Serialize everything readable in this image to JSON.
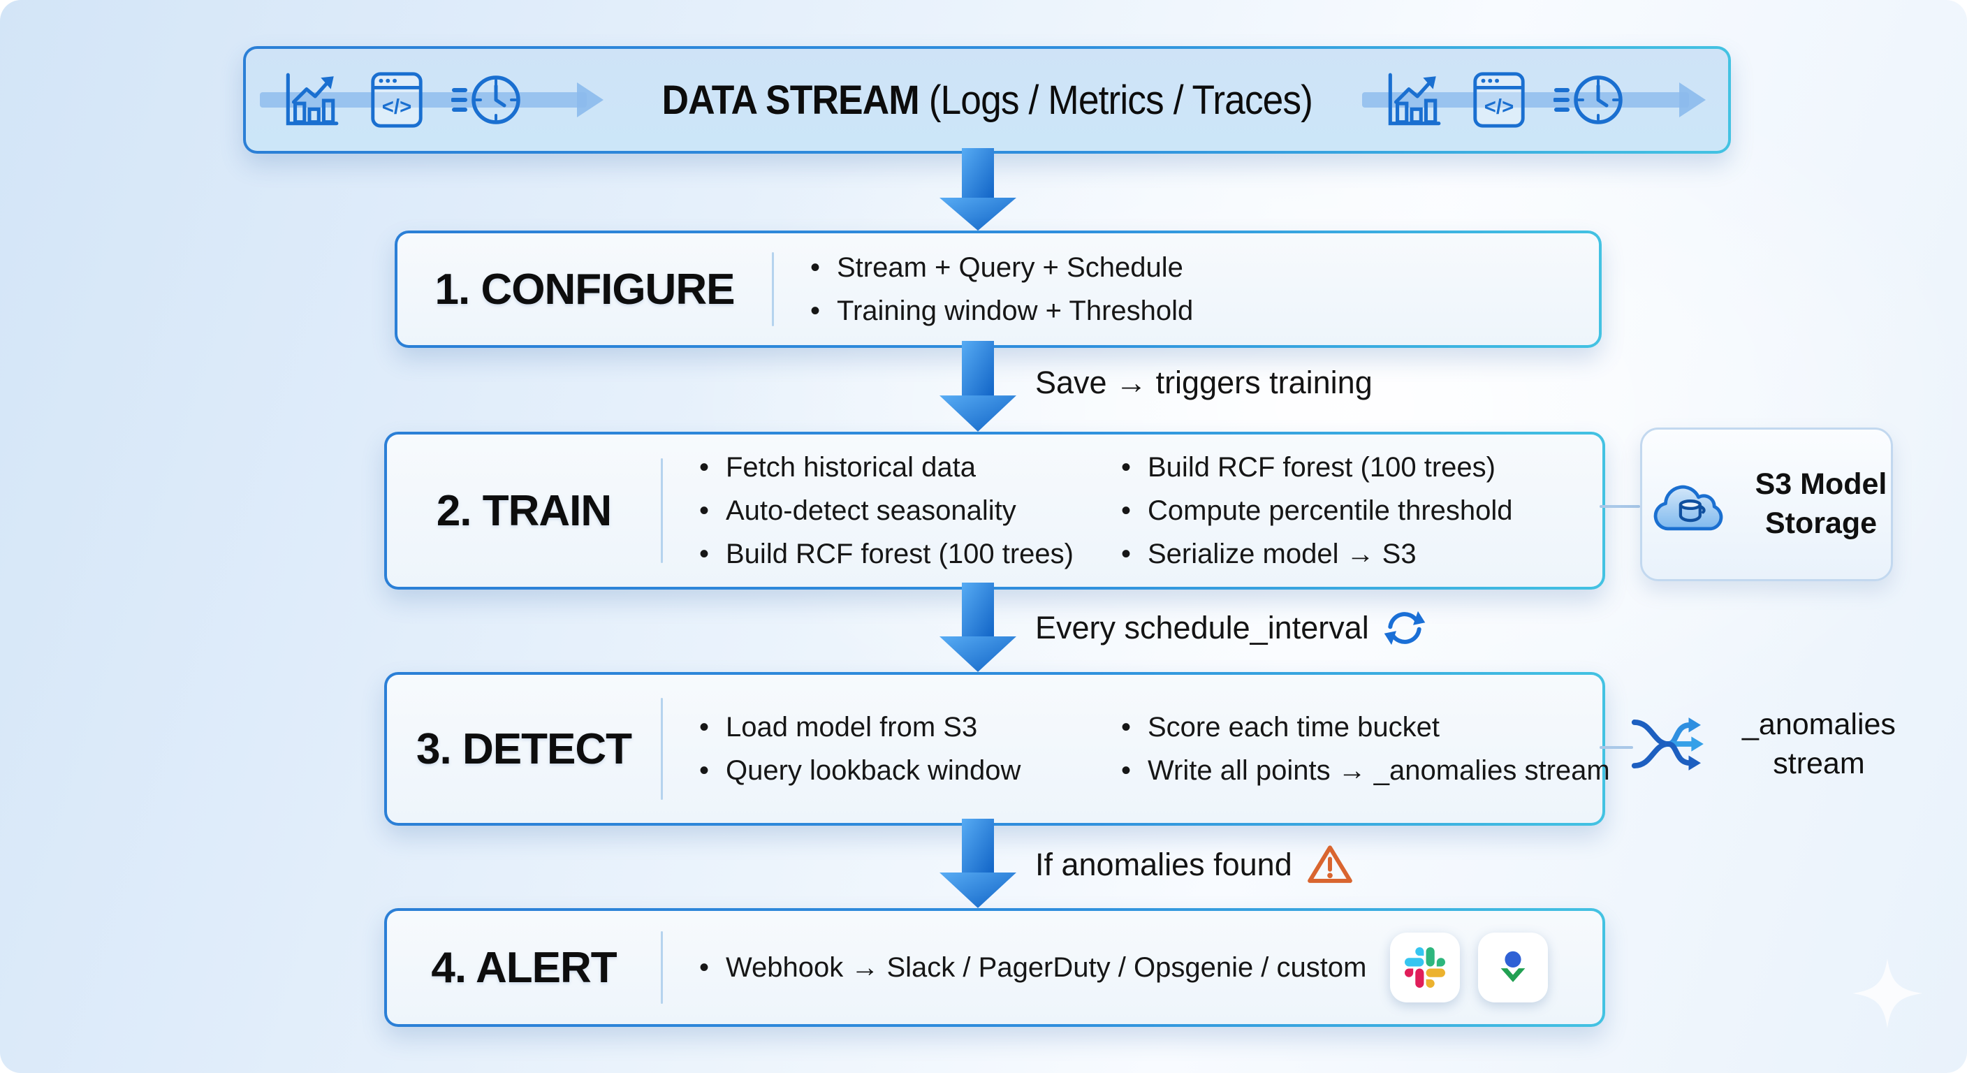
{
  "header": {
    "title_bold": "DATA STREAM",
    "title_rest": " (Logs / Metrics / Traces)"
  },
  "steps": [
    {
      "title": "1. CONFIGURE",
      "bullets_col1": [
        "Stream + Query + Schedule",
        "Training window + Threshold"
      ],
      "bullets_col2": []
    },
    {
      "title": "2. TRAIN",
      "bullets_col1": [
        "Fetch historical data",
        "Auto-detect seasonality",
        "Build RCF forest (100 trees)"
      ],
      "bullets_col2": [
        "Build RCF forest (100 trees)",
        "Compute percentile threshold",
        "Serialize model → S3"
      ]
    },
    {
      "title": "3. DETECT",
      "bullets_col1": [
        "Load model from S3",
        "Query lookback window"
      ],
      "bullets_col2": [
        "Score each time bucket",
        "Write all points → _anomalies stream"
      ]
    },
    {
      "title": "4. ALERT",
      "bullets_col1": [
        "Webhook → Slack / PagerDuty / Opsgenie / custom"
      ],
      "bullets_col2": []
    }
  ],
  "connectors": {
    "configure_to_train": "Save → triggers training",
    "train_to_detect": "Every schedule_interval",
    "detect_to_alert": "If anomalies found"
  },
  "side_nodes": {
    "s3_storage": {
      "line1": "S3 Model",
      "line2": "Storage"
    },
    "anomalies_stream": {
      "line1": "_anomalies",
      "line2": "stream"
    }
  },
  "colors": {
    "arrow_blue_light": "#58acf4",
    "arrow_blue_dark": "#0f62c5",
    "border_blue": "#2b7fd6",
    "border_cyan": "#43c2e2",
    "icon_blue": "#1a6fd0",
    "warning_orange": "#d9652f",
    "slack_blue": "#36C5F0",
    "slack_green": "#2EB67D",
    "slack_yellow": "#ECB22E",
    "slack_red": "#E01E5A",
    "opsgenie_blue": "#2f61d5",
    "opsgenie_green": "#21a052"
  }
}
